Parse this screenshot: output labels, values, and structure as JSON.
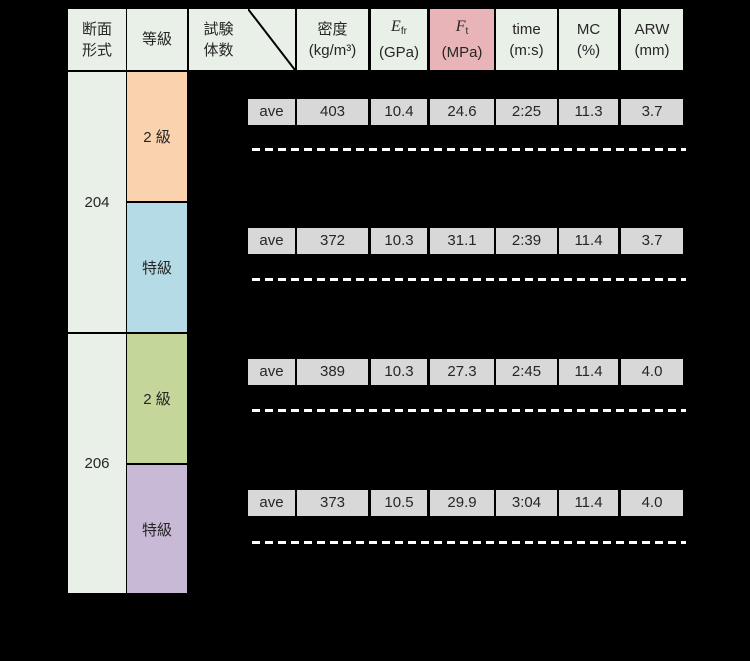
{
  "header": {
    "section": {
      "line1": "断面",
      "line2": "形式"
    },
    "grade": "等級",
    "count": {
      "line1": "試験",
      "line2": "体数"
    },
    "density": {
      "line1": "密度",
      "line2": "(kg/m³)"
    },
    "efr": {
      "symbol": "E",
      "sub": "fr",
      "unit": "(GPa)"
    },
    "ft": {
      "symbol": "F",
      "sub": "t",
      "unit": "(MPa)"
    },
    "time": {
      "line1": "time",
      "line2": "(m:s)"
    },
    "mc": {
      "line1": "MC",
      "line2": "(%)"
    },
    "arw": {
      "line1": "ARW",
      "line2": "(mm)"
    }
  },
  "sections": [
    {
      "label": "204",
      "grades": [
        {
          "label": "2 級",
          "color": "#fad2ae"
        },
        {
          "label": "特級",
          "color": "#b5dbe7"
        }
      ]
    },
    {
      "label": "206",
      "grades": [
        {
          "label": "2 級",
          "color": "#c4d69a"
        },
        {
          "label": "特級",
          "color": "#c8b9d6"
        }
      ]
    }
  ],
  "rows": [
    {
      "label": "ave",
      "values": [
        "403",
        "10.4",
        "24.6",
        "2:25",
        "11.3",
        "3.7"
      ]
    },
    {
      "label": "ave",
      "values": [
        "372",
        "10.3",
        "31.1",
        "2:39",
        "11.4",
        "3.7"
      ]
    },
    {
      "label": "ave",
      "values": [
        "389",
        "10.3",
        "27.3",
        "2:45",
        "11.4",
        "4.0"
      ]
    },
    {
      "label": "ave",
      "values": [
        "373",
        "10.5",
        "29.9",
        "3:04",
        "11.4",
        "4.0"
      ]
    }
  ],
  "colors": {
    "page-bg": "#000000",
    "header-bg": "#e9f0e8",
    "ft-header-bg": "#e8b4b7",
    "data-cell-bg": "#d8d8d8",
    "text": "#262626",
    "dash-line": "#ffffff"
  }
}
